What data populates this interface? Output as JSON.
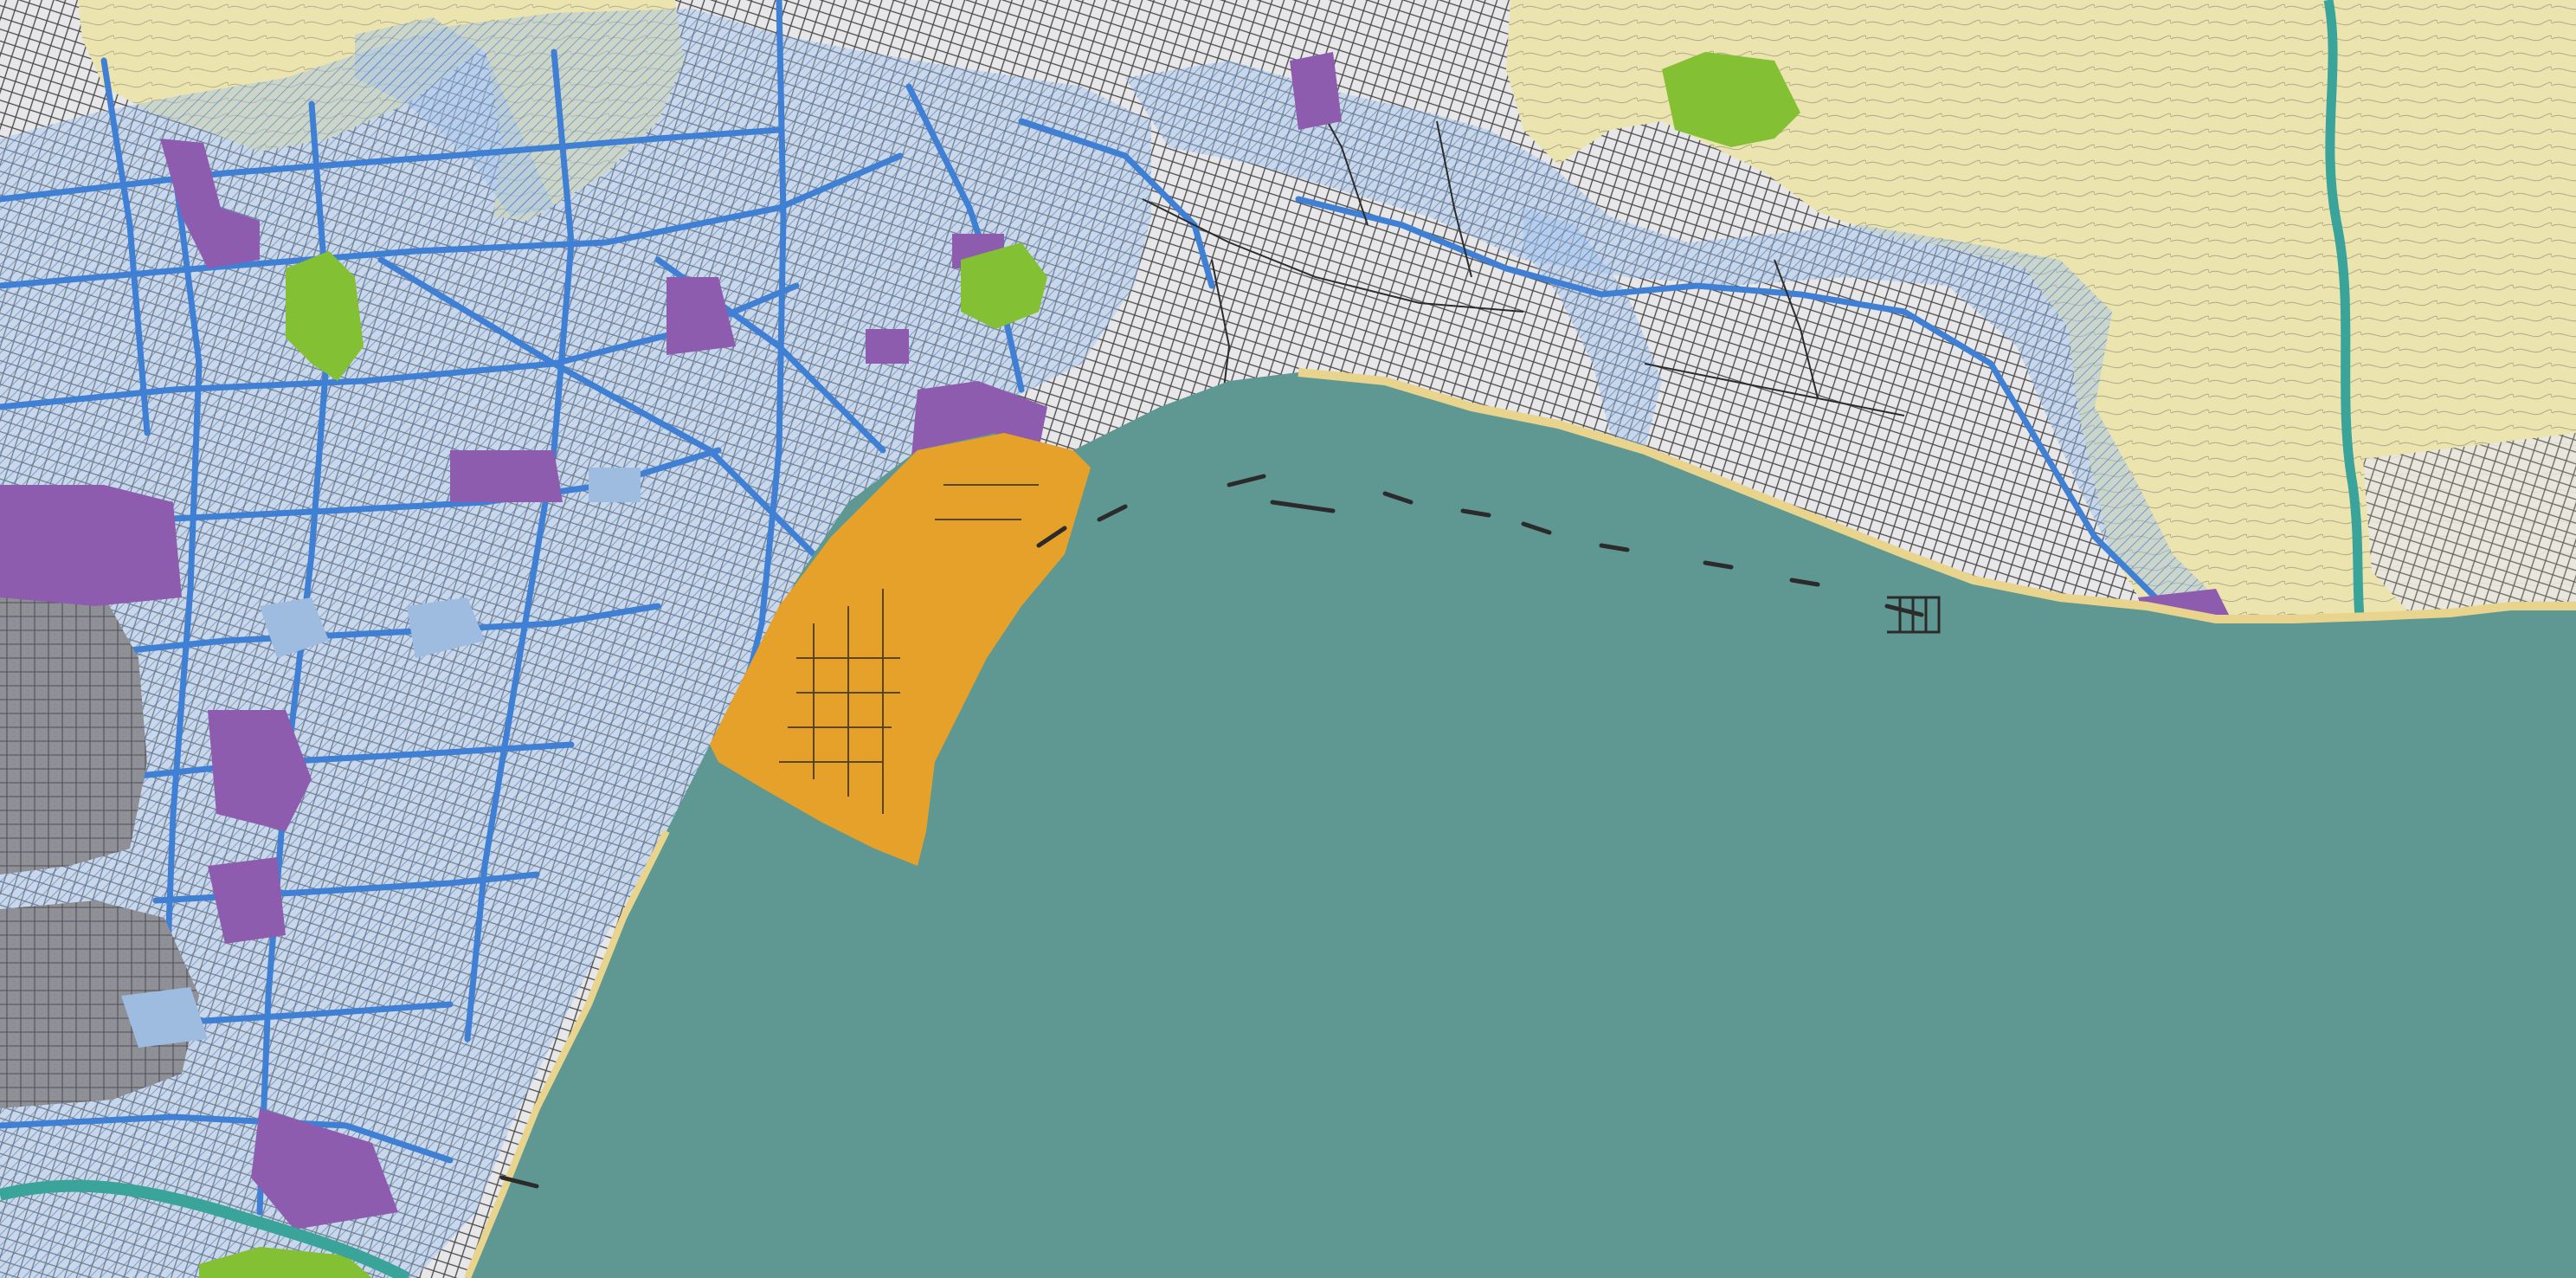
{
  "map": {
    "colors": {
      "sea": "#5f9893",
      "hillside": "#ece4ae",
      "urban": "#e4e4e6",
      "urban_line": "#2b2b2b",
      "flood_zone": "#4a88d4",
      "flood_fill": "#9ebbe0",
      "port": "#e6a12a",
      "equipment": "#8e5cae",
      "green_space": "#84c034",
      "industrial": "#8a8a92",
      "beach": "#e8d48c",
      "river": "#3aa39a"
    },
    "zone_types": [
      "sea",
      "hillside",
      "urban-fabric",
      "flood-zone",
      "port-area",
      "public-equipment",
      "green-space",
      "industrial",
      "beach",
      "river"
    ]
  }
}
